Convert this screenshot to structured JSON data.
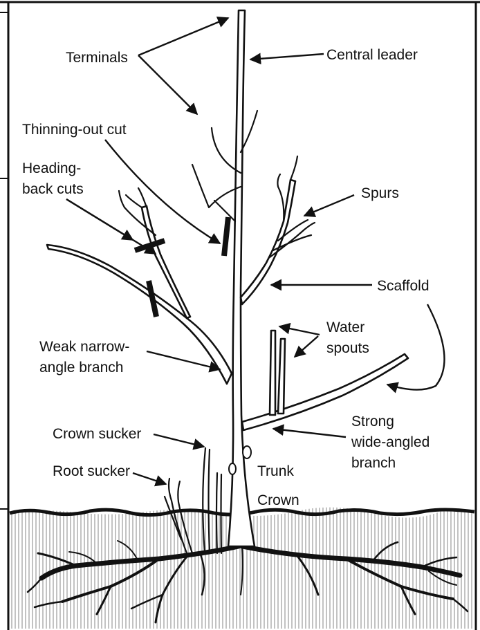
{
  "labels": {
    "terminals": "Terminals",
    "central_leader": "Central leader",
    "thinning_out_cut": "Thinning-out cut",
    "heading_back_cuts_1": "Heading-",
    "heading_back_cuts_2": "back cuts",
    "spurs": "Spurs",
    "scaffold": "Scaffold",
    "water_spouts_1": "Water",
    "water_spouts_2": "spouts",
    "weak_branch_1": "Weak narrow-",
    "weak_branch_2": "angle branch",
    "strong_branch_1": "Strong",
    "strong_branch_2": "wide-angled",
    "strong_branch_3": "branch",
    "crown_sucker": "Crown sucker",
    "root_sucker": "Root sucker",
    "trunk": "Trunk",
    "crown": "Crown"
  },
  "colors": {
    "ink": "#111111",
    "background": "#ffffff",
    "soil_hatch": "#9a9a9a"
  }
}
